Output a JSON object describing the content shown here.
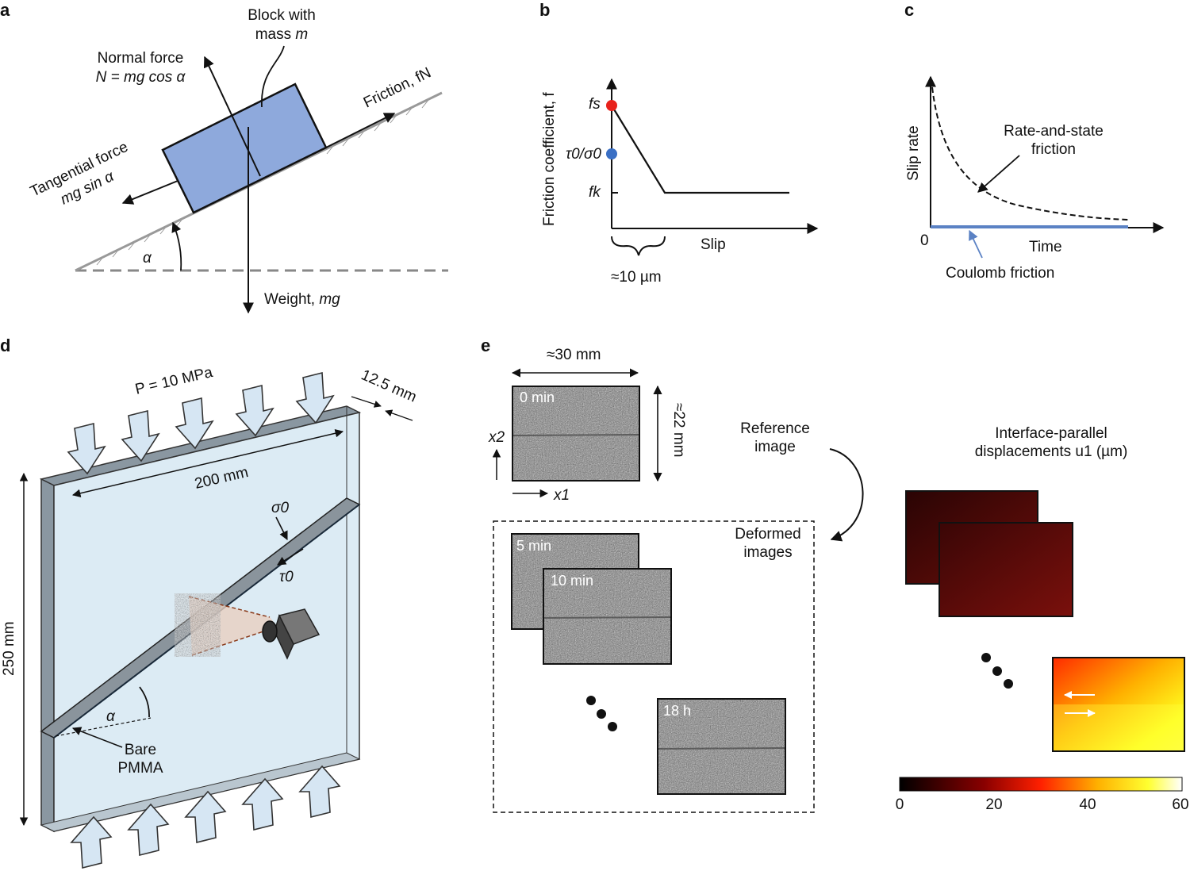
{
  "panel_a": {
    "letter": "a",
    "block_line1": "Block with",
    "block_line2_pre": "mass ",
    "block_line2_var": "m",
    "normal_line1": "Normal force",
    "normal_line2": "N = mg cos α",
    "friction": "Friction, fN",
    "tangential_line1": "Tangential force",
    "tangential_line2": "mg sin α",
    "alpha": "α",
    "weight_pre": "Weight, ",
    "weight_var": "mg"
  },
  "panel_b": {
    "letter": "b",
    "ylabel": "Friction coefficient, f",
    "fs_label": "fs",
    "ratio_label": "τ0/σ0",
    "fk_label": "fk",
    "xlabel": "Slip",
    "dc_label": "≈10 µm",
    "colors": {
      "fs_point": "#e8221c",
      "ratio_point": "#3a6fc4"
    }
  },
  "panel_c": {
    "letter": "c",
    "ylabel": "Slip rate",
    "xlabel": "Time",
    "origin": "0",
    "rs_line1": "Rate-and-state",
    "rs_line2": "friction",
    "coulomb": "Coulomb friction",
    "colors": {
      "coulomb": "#5b82c4"
    }
  },
  "panel_d": {
    "letter": "d",
    "pressure": "P = 10 MPa",
    "thickness": "12.5 mm",
    "width": "200 mm",
    "height": "250 mm",
    "sigma": "σ0",
    "tau": "τ0",
    "alpha": "α",
    "bare_line1": "Bare",
    "bare_line2": "PMMA",
    "colors": {
      "plate": "#dcebf4",
      "edge": "#8a97a1",
      "arrow": "#d6e6f3"
    }
  },
  "panel_e": {
    "letter": "e",
    "width": "≈30 mm",
    "height": "≈22 mm",
    "x2": "x2",
    "x1": "x1",
    "ref_line1": "Reference",
    "ref_line2": "image",
    "def_line1": "Deformed",
    "def_line2": "images",
    "t0": "0 min",
    "t5": "5 min",
    "t10": "10 min",
    "t18": "18 h",
    "disp_line1": "Interface-parallel",
    "disp_line2": "displacements u1 (µm)",
    "colorbar_ticks": [
      "0",
      "20",
      "40",
      "60"
    ],
    "colors": {
      "dark_map": "#4a0a08",
      "hot_low": "#ff3000",
      "hot_high": "#ffff20"
    }
  }
}
